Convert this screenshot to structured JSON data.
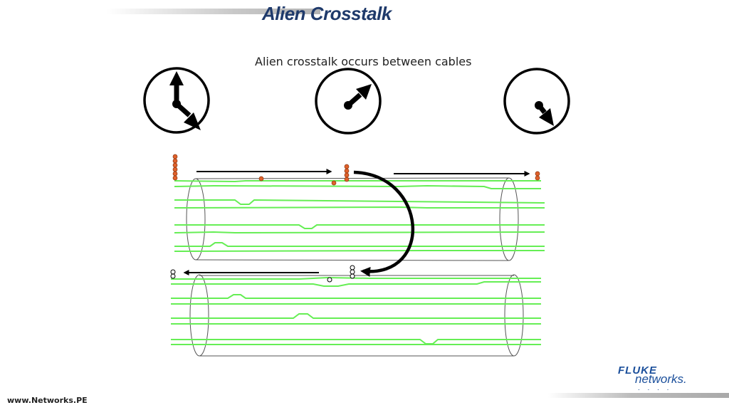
{
  "slide": {
    "title": "Alien Crosstalk",
    "subtitle": "Alien crosstalk occurs between cables",
    "footer_url": "www.Networks.PE"
  },
  "logo": {
    "line1": "FLUKE",
    "line2": "networks."
  },
  "colors": {
    "title": "#1f3a6b",
    "wire": "#66ee55",
    "signal_dot": "#e0612b",
    "logo": "#1b4f9b"
  },
  "icons": [
    "clock-dial-icon",
    "arrow-icon",
    "signal-dot-icon"
  ]
}
